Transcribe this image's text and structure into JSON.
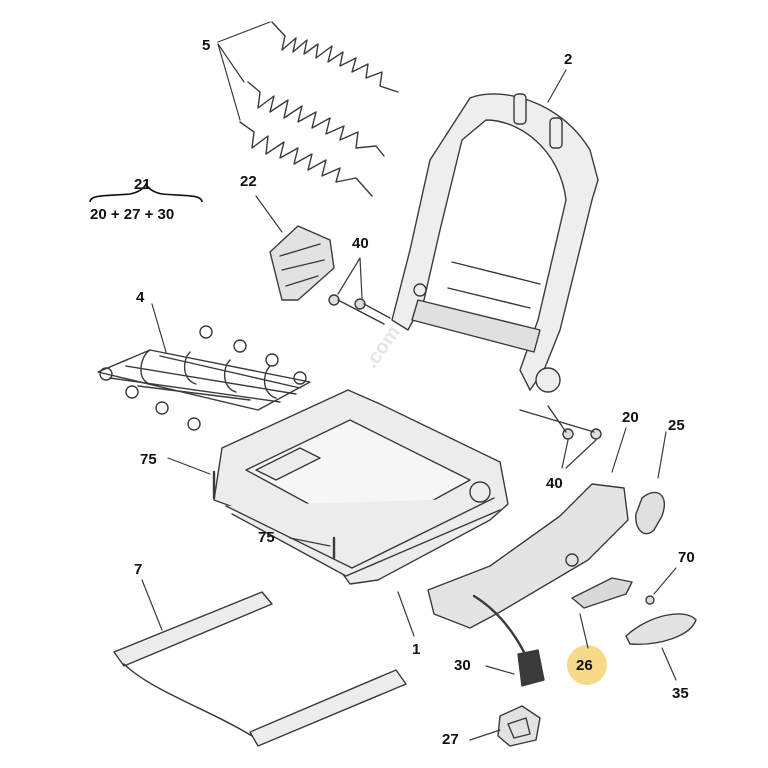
{
  "colors": {
    "stroke": "#3a3a3a",
    "part_fill": "#e9e9e9",
    "shade_fill": "#cfcfcf",
    "highlight": "#f6d98a"
  },
  "labels": {
    "l5": "5",
    "l2": "2",
    "l21": "21",
    "formula": "20 + 27 + 30",
    "l22": "22",
    "l40a": "40",
    "l4": "4",
    "l20": "20",
    "l25": "25",
    "l40b": "40",
    "l75a": "75",
    "l75b": "75",
    "l7": "7",
    "l1": "1",
    "l70": "70",
    "l30": "30",
    "l26": "26",
    "l35": "35",
    "l27": "27"
  },
  "highlighted_label": "26",
  "watermark": ".com"
}
